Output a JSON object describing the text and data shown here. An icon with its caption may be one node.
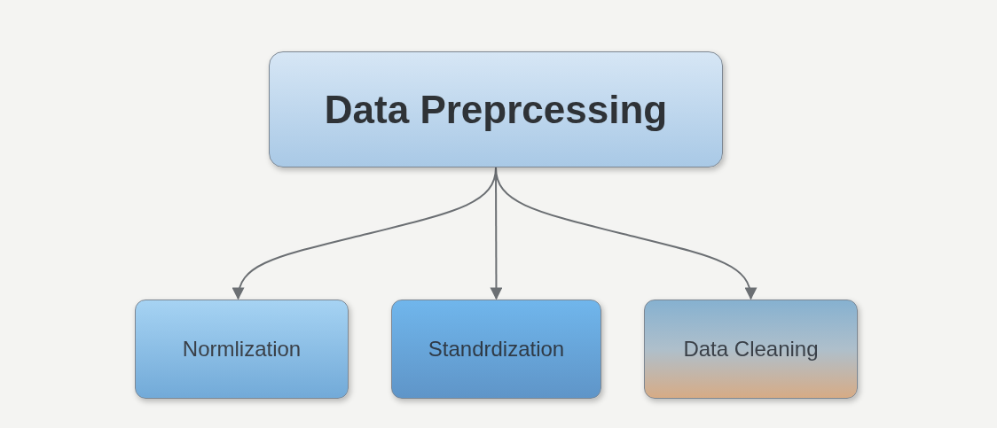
{
  "diagram": {
    "nodes": [
      {
        "text": [
          "Data Preprcessing"
        ]
      },
      {
        "text": [
          "Normlization"
        ]
      },
      {
        "text": [
          "Standrdization"
        ]
      },
      {
        "text": [
          "Data Cleaning"
        ]
      }
    ],
    "edges": [
      {
        "from": 0,
        "to": 1,
        "arrow": "to"
      },
      {
        "from": 0,
        "to": 2,
        "arrow": "to"
      },
      {
        "from": 0,
        "to": 3,
        "arrow": "to"
      }
    ]
  }
}
